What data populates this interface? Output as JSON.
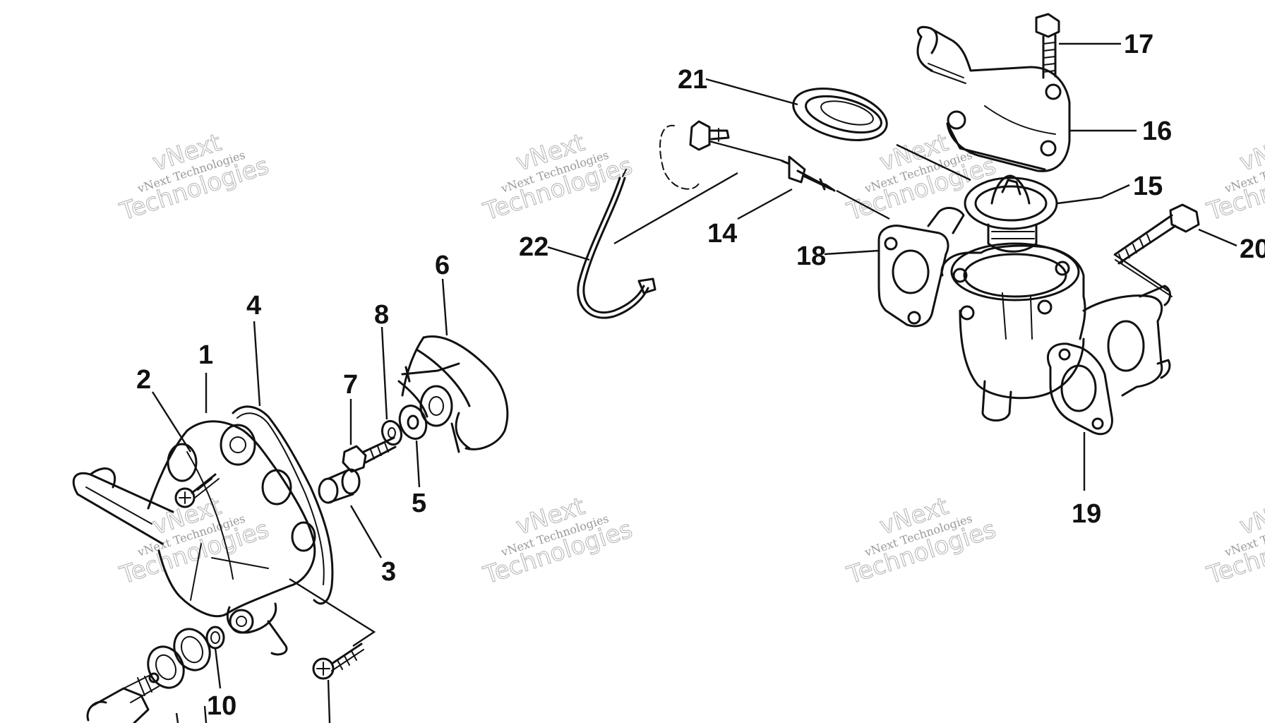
{
  "watermark": {
    "line_1": "vNext",
    "line_2": "vNext Technologies",
    "line_3": "Technologies"
  },
  "callouts": [
    "1",
    "2",
    "3",
    "4",
    "5",
    "6",
    "7",
    "8",
    "10",
    "14",
    "15",
    "16",
    "17",
    "18",
    "19",
    "20",
    "21",
    "22"
  ]
}
